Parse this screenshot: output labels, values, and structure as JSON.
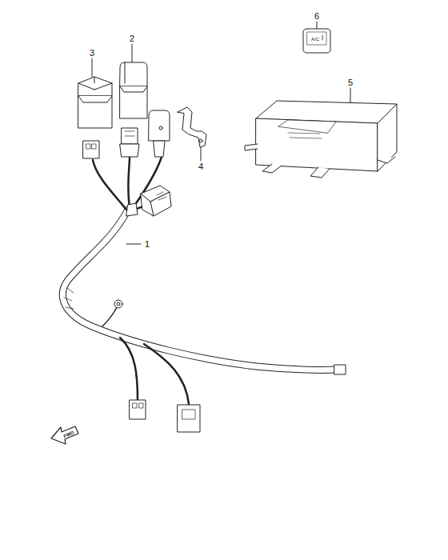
{
  "diagram": {
    "labels": [
      "1",
      "2",
      "3",
      "4",
      "5",
      "6",
      "A/C",
      "FWD"
    ]
  }
}
